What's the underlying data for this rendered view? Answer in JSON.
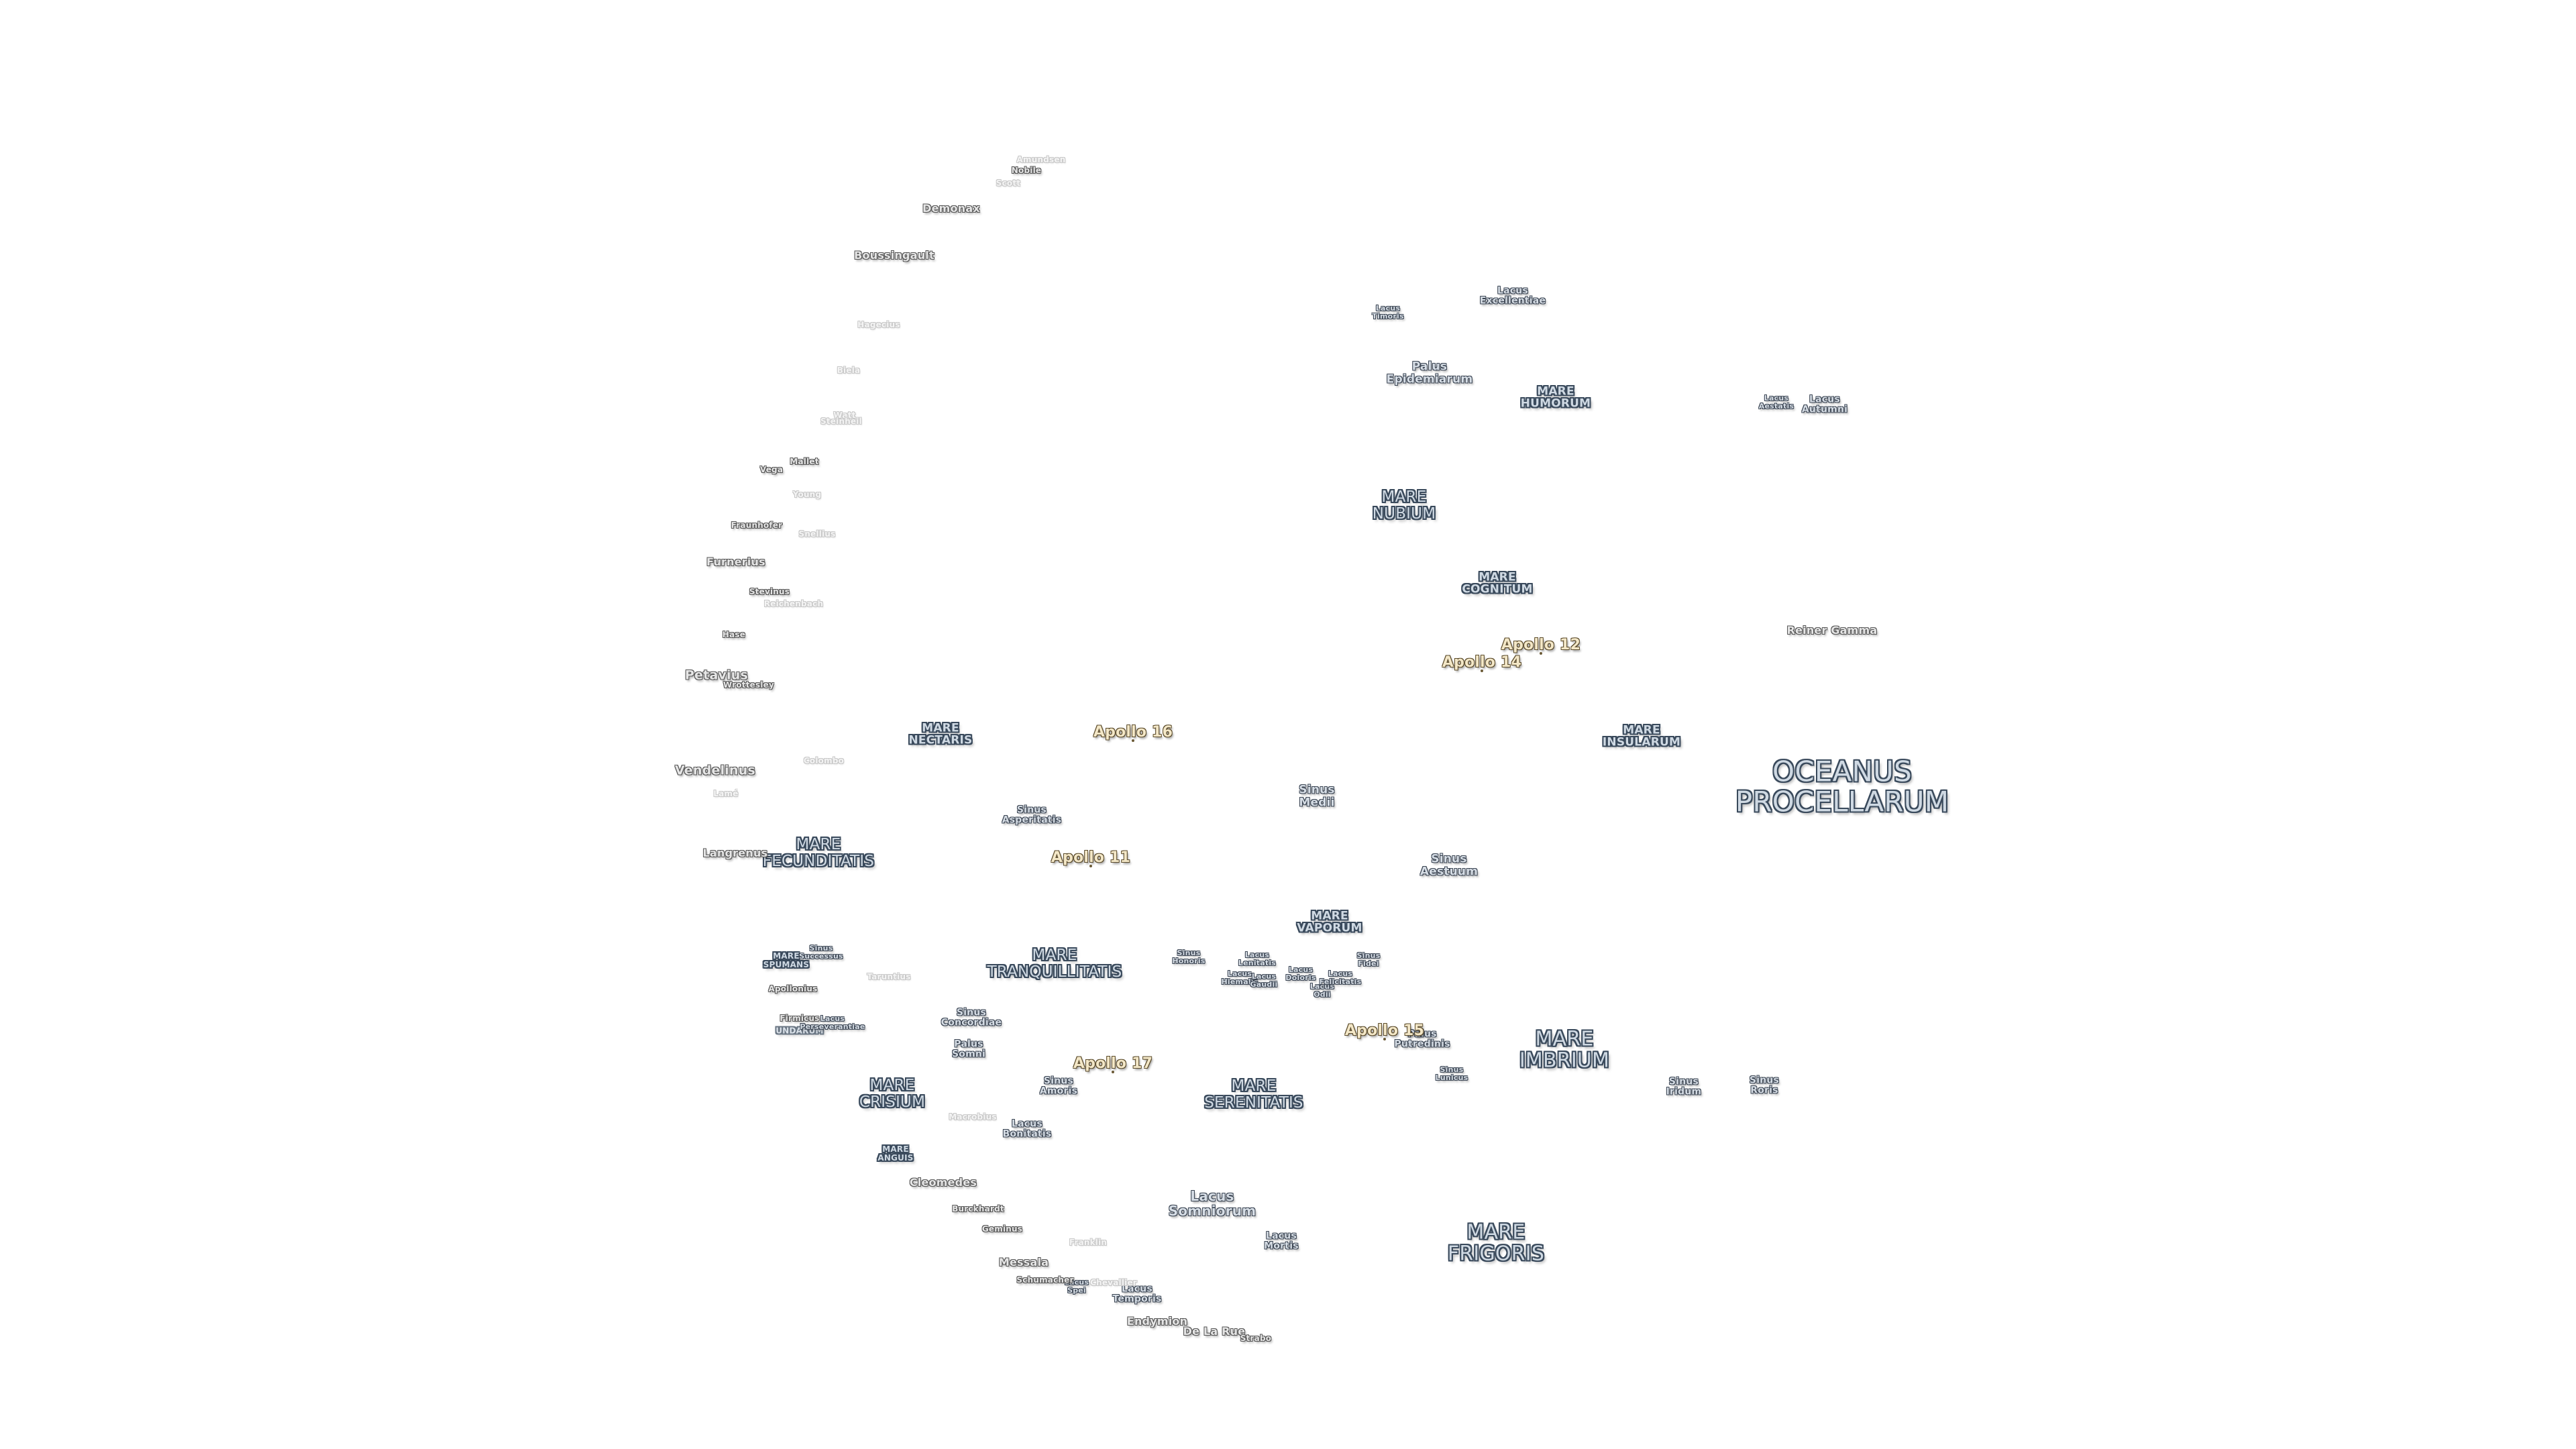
{
  "maria": [
    {
      "id": "oceanus-procellarum",
      "text": "OCEANUS\nPROCELLARUM"
    },
    {
      "id": "mare-imbrium",
      "text": "MARE\nIMBRIUM"
    },
    {
      "id": "mare-frigoris",
      "text": "MARE\nFRIGORIS"
    },
    {
      "id": "mare-serenitatis",
      "text": "MARE\nSERENITATIS"
    },
    {
      "id": "mare-tranquillitatis",
      "text": "MARE\nTRANQUILLITATIS"
    },
    {
      "id": "mare-fecunditatis",
      "text": "MARE\nFECUNDITATIS"
    },
    {
      "id": "mare-crisium",
      "text": "MARE\nCRISIUM"
    },
    {
      "id": "mare-nectaris",
      "text": "MARE\nNECTARIS"
    },
    {
      "id": "mare-nubium",
      "text": "MARE\nNUBIUM"
    },
    {
      "id": "mare-humorum",
      "text": "MARE\nHUMORUM"
    },
    {
      "id": "mare-cognitum",
      "text": "MARE\nCOGNITUM"
    },
    {
      "id": "mare-insularum",
      "text": "MARE\nINSULARUM"
    },
    {
      "id": "mare-vaporum",
      "text": "MARE\nVAPORUM"
    },
    {
      "id": "mare-spumans",
      "text": "MARE\nSPUMANS"
    },
    {
      "id": "mare-anguis",
      "text": "MARE\nANGUIS"
    },
    {
      "id": "mare-undarum",
      "text": "UNDARUM"
    }
  ],
  "minor_features": [
    {
      "id": "sinus-medii",
      "text": "Sinus\nMedii"
    },
    {
      "id": "sinus-aestuum",
      "text": "Sinus\nAestuum"
    },
    {
      "id": "sinus-asperitatis",
      "text": "Sinus\nAsperitatis"
    },
    {
      "id": "sinus-concordiae",
      "text": "Sinus\nConcordiae"
    },
    {
      "id": "sinus-amoris",
      "text": "Sinus\nAmoris"
    },
    {
      "id": "sinus-successus",
      "text": "Sinus\nSuccessus"
    },
    {
      "id": "sinus-honoris",
      "text": "Sinus\nHonoris"
    },
    {
      "id": "sinus-fidei",
      "text": "Sinus\nFidei"
    },
    {
      "id": "sinus-lunicus",
      "text": "Sinus\nLunicus"
    },
    {
      "id": "sinus-iridum",
      "text": "Sinus\nIridum"
    },
    {
      "id": "sinus-roris",
      "text": "Sinus\nRoris"
    },
    {
      "id": "lacus-somniorum",
      "text": "Lacus\nSomniorum"
    },
    {
      "id": "lacus-mortis",
      "text": "Lacus\nMortis"
    },
    {
      "id": "lacus-bonitatis",
      "text": "Lacus\nBonitatis"
    },
    {
      "id": "lacus-temporis",
      "text": "Lacus\nTemporis"
    },
    {
      "id": "lacus-timoris",
      "text": "Lacus\nTimoris"
    },
    {
      "id": "lacus-excellentiae",
      "text": "Lacus\nExcellentiae"
    },
    {
      "id": "lacus-autumni",
      "text": "Lacus\nAutumni"
    },
    {
      "id": "lacus-aestatis",
      "text": "Lacus\nAestatis"
    },
    {
      "id": "lacus-perseverantiae",
      "text": "Lacus\nPerseverantiae"
    },
    {
      "id": "lacus-lenitatis",
      "text": "Lacus\nLenitatis"
    },
    {
      "id": "lacus-hiemalis",
      "text": "Lacus\nHiemalis"
    },
    {
      "id": "lacus-gaudii",
      "text": "Lacus\nGaudii"
    },
    {
      "id": "lacus-doloris",
      "text": "Lacus\nDoloris"
    },
    {
      "id": "lacus-odii",
      "text": "Lacus\nOdii"
    },
    {
      "id": "lacus-felicitatis",
      "text": "Lacus\nFelicitatis"
    },
    {
      "id": "palus-epidemiarum",
      "text": "Palus\nEpidemiarum"
    },
    {
      "id": "palus-putredinis",
      "text": "Palus\nPutredinis"
    },
    {
      "id": "palus-somni",
      "text": "Palus\nSomni"
    },
    {
      "id": "lacus-spei",
      "text": "Lacus\nSpei"
    }
  ],
  "craters": [
    {
      "id": "petavius",
      "text": "Petavius"
    },
    {
      "id": "vendelinus",
      "text": "Vendelinus"
    },
    {
      "id": "langrenus",
      "text": "Langrenus"
    },
    {
      "id": "furnerius",
      "text": "Furnerius"
    },
    {
      "id": "demonax",
      "text": "Demonax"
    },
    {
      "id": "boussingault",
      "text": "Boussingault"
    },
    {
      "id": "cleomedes",
      "text": "Cleomedes"
    },
    {
      "id": "geminus",
      "text": "Geminus"
    },
    {
      "id": "messala",
      "text": "Messala"
    },
    {
      "id": "endymion",
      "text": "Endymion"
    },
    {
      "id": "de-la-rue",
      "text": "De La Rue"
    },
    {
      "id": "strabo",
      "text": "Strabo"
    },
    {
      "id": "burckhardt",
      "text": "Burckhardt"
    },
    {
      "id": "schumacher",
      "text": "Schumacher"
    },
    {
      "id": "chevallier",
      "text": "Chevallier"
    },
    {
      "id": "franklin",
      "text": "Franklin"
    },
    {
      "id": "macrobius",
      "text": "Macrobius"
    },
    {
      "id": "apollonius",
      "text": "Apollonius"
    },
    {
      "id": "firmicus",
      "text": "Firmicus"
    },
    {
      "id": "taruntius",
      "text": "Taruntius"
    },
    {
      "id": "reiner-gamma",
      "text": "Reiner Gamma"
    },
    {
      "id": "vega",
      "text": "Vega"
    },
    {
      "id": "mallet",
      "text": "Mallet"
    },
    {
      "id": "young",
      "text": "Young"
    },
    {
      "id": "fraunhofer",
      "text": "Fraunhofer"
    },
    {
      "id": "snellius",
      "text": "Snellius"
    },
    {
      "id": "stevinus",
      "text": "Stevinus"
    },
    {
      "id": "reichenbach",
      "text": "Reichenbach"
    },
    {
      "id": "hase",
      "text": "Hase"
    },
    {
      "id": "wrottesley",
      "text": "Wrottesley"
    },
    {
      "id": "biela",
      "text": "Biela"
    },
    {
      "id": "watt",
      "text": "Watt"
    },
    {
      "id": "steinheil",
      "text": "Steinheil"
    },
    {
      "id": "hagecius",
      "text": "Hagecius"
    },
    {
      "id": "nobile",
      "text": "Nobile"
    },
    {
      "id": "scott",
      "text": "Scott"
    },
    {
      "id": "amundsen",
      "text": "Amundsen"
    },
    {
      "id": "colombo",
      "text": "Colombo"
    },
    {
      "id": "lame",
      "text": "Lamé"
    }
  ],
  "apollo_sites": [
    {
      "id": "apollo-11",
      "text": "Apollo 11"
    },
    {
      "id": "apollo-12",
      "text": "Apollo 12"
    },
    {
      "id": "apollo-14",
      "text": "Apollo 14"
    },
    {
      "id": "apollo-15",
      "text": "Apollo 15"
    },
    {
      "id": "apollo-16",
      "text": "Apollo 16"
    },
    {
      "id": "apollo-17",
      "text": "Apollo 17"
    }
  ]
}
